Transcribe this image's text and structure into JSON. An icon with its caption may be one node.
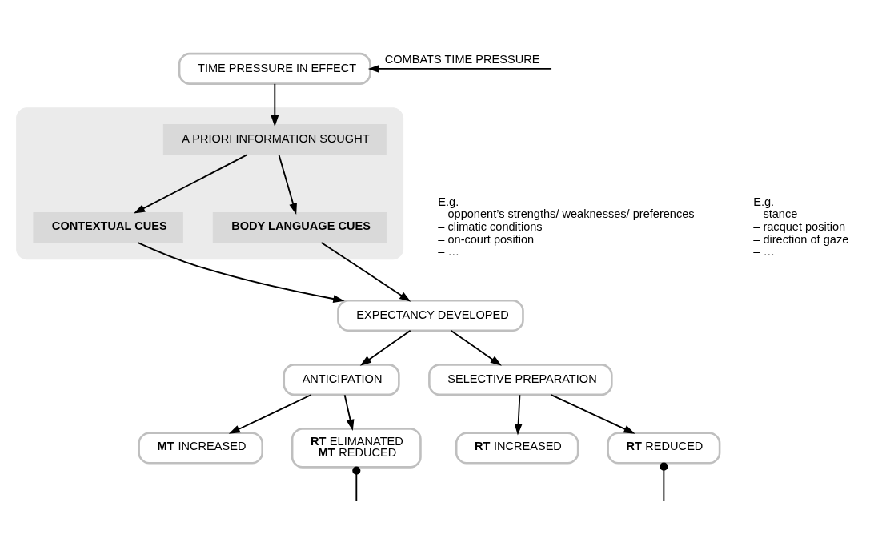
{
  "diagram": {
    "nodes": [
      {
        "text": [
          "TIME PRESSURE IN EFFECT"
        ]
      },
      {
        "text": [],
        "shape": "box"
      },
      {
        "text": [
          "A PRIORI INFORMATION SOUGHT"
        ],
        "in": 1
      },
      {
        "text": [
          "CONTEXTUAL CUES"
        ],
        "in": 1,
        "beside": [
          "E.g.",
          "– opponent’s strengths/ weaknesses/ preferences",
          "– climatic conditions",
          "– on-court position",
          "– …"
        ]
      },
      {
        "text": [
          "BODY LANGUAGE CUES"
        ],
        "in": 1,
        "beside": [
          "E.g.",
          "– stance",
          "– racquet position",
          "– direction of gaze",
          "– …"
        ]
      },
      {
        "text": [
          "EXPECTANCY DEVELOPED"
        ]
      },
      {
        "text": [
          "ANTICIPATION"
        ]
      },
      {
        "text": [
          "SELECTIVE PREPARATION"
        ]
      },
      {
        "text": [
          "**MT** INCREASED"
        ]
      },
      {
        "text": [
          "**RT** ELIMANATED **MT** REDUCED"
        ]
      },
      {
        "text": [
          "**RT** INCREASED"
        ]
      },
      {
        "text": [
          "**RT** REDUCED"
        ]
      }
    ],
    "edges": [
      {
        "from": null,
        "to": 0,
        "arrow": "to",
        "label": "COMBATS TIME PRESSURE"
      },
      {
        "from": 0,
        "to": 2,
        "arrow": "to"
      },
      {
        "from": 2,
        "to": 3,
        "arrow": "to"
      },
      {
        "from": 2,
        "to": 4,
        "arrow": "to"
      },
      {
        "from": 3,
        "to": 5,
        "arrow": "to"
      },
      {
        "from": 4,
        "to": 5,
        "arrow": "to"
      },
      {
        "from": 5,
        "to": 6,
        "arrow": "to"
      },
      {
        "from": 5,
        "to": 7,
        "arrow": "to"
      },
      {
        "from": 6,
        "to": 8,
        "arrow": "to"
      },
      {
        "from": 6,
        "to": 9,
        "arrow": "to"
      },
      {
        "from": 7,
        "to": 10,
        "arrow": "to"
      },
      {
        "from": 7,
        "to": 11,
        "arrow": "to"
      },
      {
        "from": 9,
        "to": null,
        "arrow": "other"
      },
      {
        "from": 11,
        "to": null,
        "arrow": "other"
      }
    ]
  }
}
